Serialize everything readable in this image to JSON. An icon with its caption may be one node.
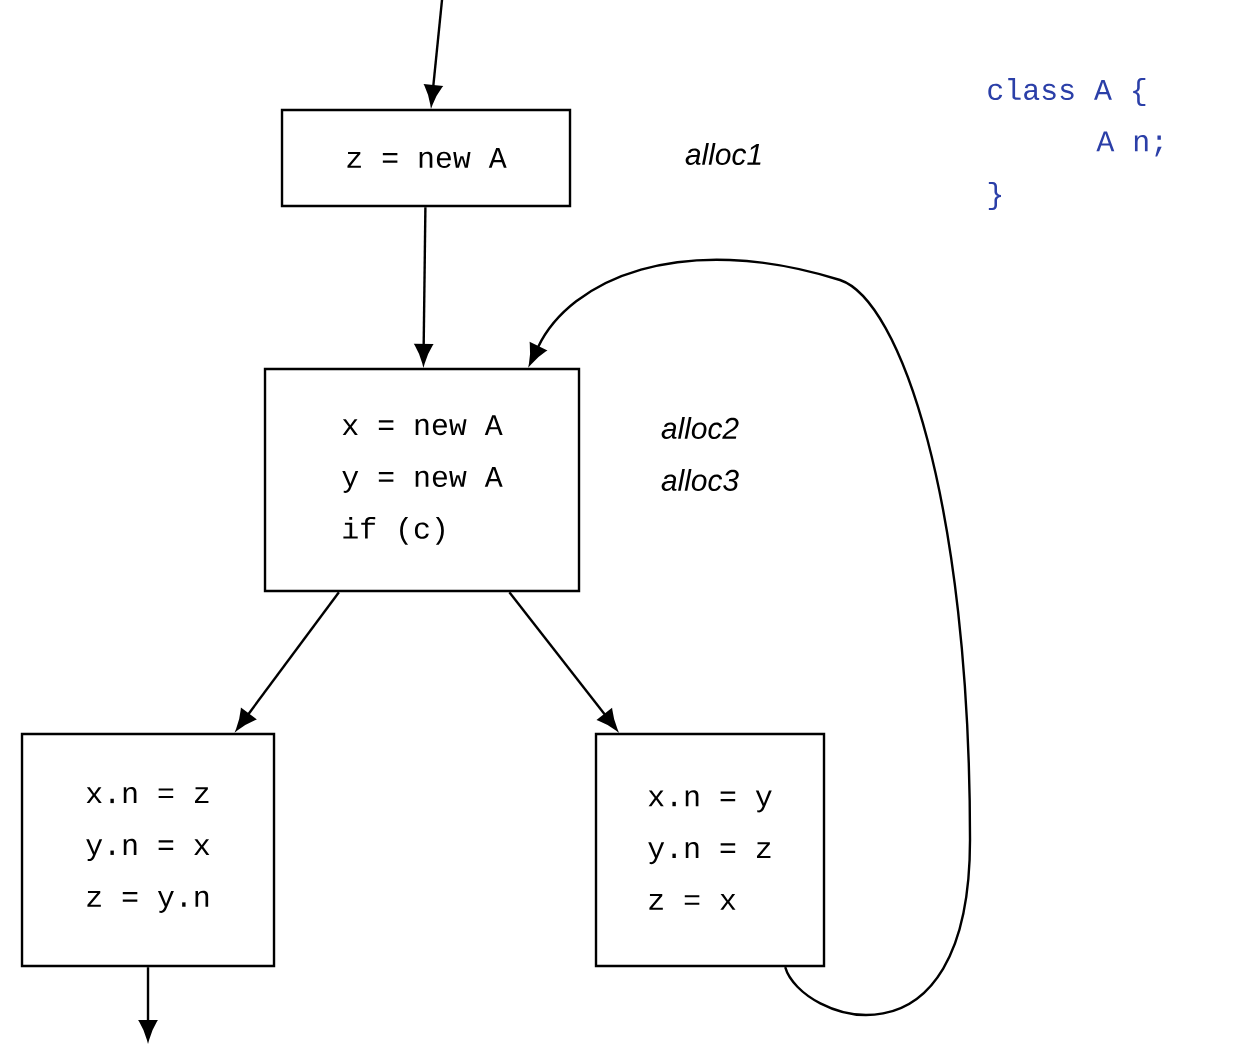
{
  "diagram": {
    "nodes": [
      {
        "text": [
          "z = new A"
        ],
        "beside": [
          "alloc1"
        ]
      },
      {
        "text": [
          "x = new A",
          "y = new A",
          "if (c)"
        ],
        "beside": [
          "alloc2",
          "alloc3"
        ]
      },
      {
        "text": [
          "x.n = z",
          "y.n = x",
          "z = y.n"
        ]
      },
      {
        "text": [
          "x.n = y",
          "y.n = z",
          "z = x"
        ]
      }
    ],
    "edges": [
      {
        "from": null,
        "to": 0,
        "arrow": "to"
      },
      {
        "from": 0,
        "to": 1,
        "arrow": "to"
      },
      {
        "from": 1,
        "to": 2,
        "arrow": "to"
      },
      {
        "from": 1,
        "to": 3,
        "arrow": "to"
      },
      {
        "from": 3,
        "to": 1,
        "arrow": "to"
      },
      {
        "from": 2,
        "to": null,
        "arrow": "to"
      }
    ],
    "labels": [
      "class A {",
      "A n;",
      "}"
    ]
  }
}
